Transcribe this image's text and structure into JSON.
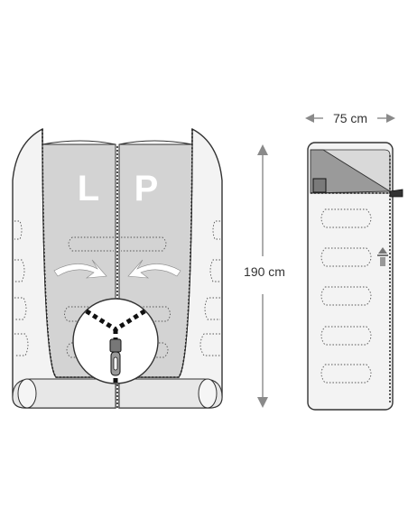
{
  "labels": {
    "left_side": "L",
    "right_side": "P",
    "width": "75 cm",
    "length": "190 cm"
  },
  "colors": {
    "outline": "#333333",
    "inner_fill": "#d3d3d3",
    "shell_fill": "#f3f3f3",
    "hood_fill": "#9a9a9a",
    "arrow": "#8a8a8a"
  },
  "icons": [
    "zipper-pull-icon",
    "double-arrow-icon",
    "logo-mark-icon"
  ]
}
